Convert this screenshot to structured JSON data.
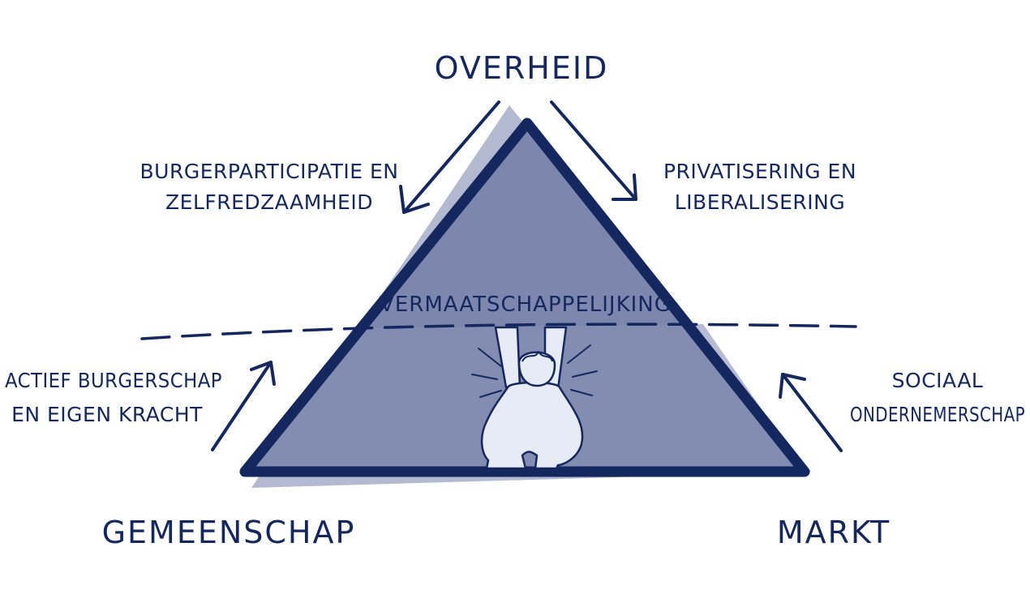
{
  "corners": {
    "top": "OVERHEID",
    "bottom_left": "GEMEENSCHAP",
    "bottom_right": "MARKT"
  },
  "center_label": "VERMAATSCHAPPELIJKING",
  "arrows": {
    "top_left": {
      "line1": "BURGERPARTICIPATIE EN",
      "line2": "ZELFREDZAAMHEID"
    },
    "top_right": {
      "line1": "PRIVATISERING EN",
      "line2": "LIBERALISERING"
    },
    "bottom_left": {
      "line1": "ACTIEF BURGERSCHAP",
      "line2": "EN EIGEN KRACHT"
    },
    "bottom_right": {
      "line1": "SOCIAAL",
      "line2": "ONDERNEMERSCHAP"
    }
  },
  "colors": {
    "ink": "#14275e",
    "fill": "#7d87ad",
    "shadow": "#9aa2c0",
    "figure": "#e7ebf5"
  }
}
